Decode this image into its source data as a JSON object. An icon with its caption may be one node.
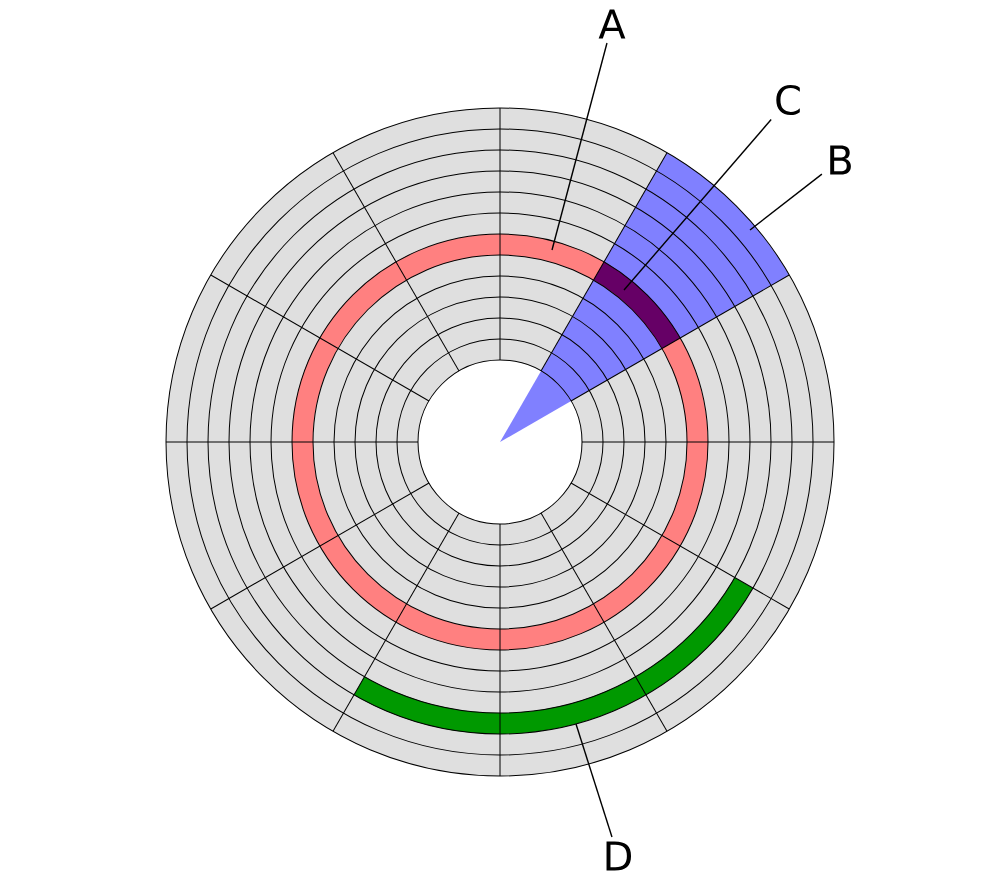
{
  "diagram": {
    "nodes": [
      {
        "text": [
          "A"
        ]
      },
      {
        "text": [
          "B"
        ]
      },
      {
        "text": [
          "C"
        ]
      },
      {
        "text": [
          "D"
        ]
      }
    ],
    "edges": [
      {
        "from": 0,
        "to": null,
        "arrow": "none"
      },
      {
        "from": 1,
        "to": null,
        "arrow": "none"
      },
      {
        "from": 2,
        "to": null,
        "arrow": "none"
      },
      {
        "from": 3,
        "to": null,
        "arrow": "none"
      }
    ]
  }
}
